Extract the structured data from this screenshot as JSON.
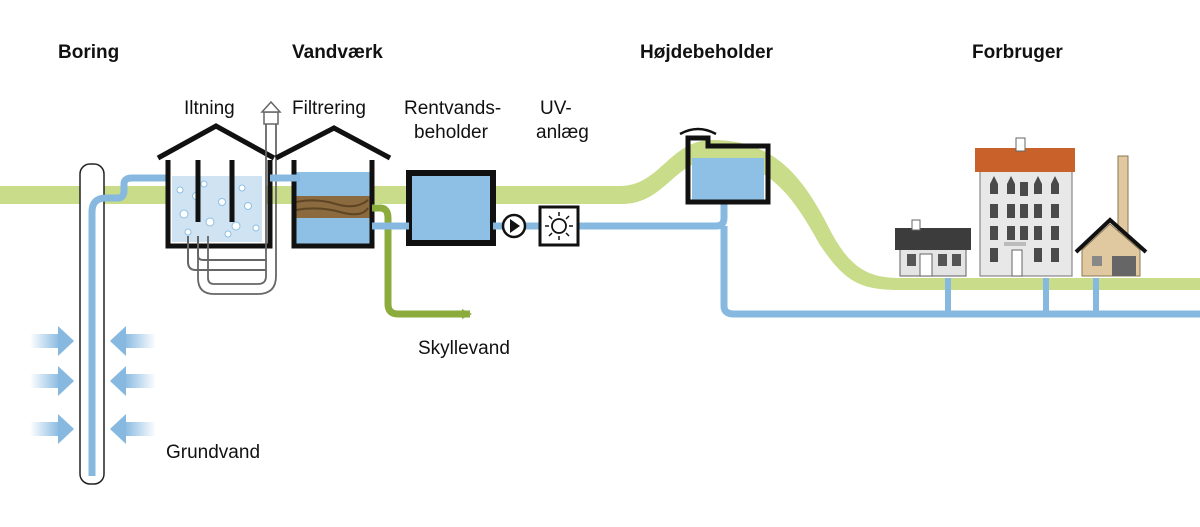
{
  "headers": {
    "boring": "Boring",
    "vandvaerk": "Vandværk",
    "hojdebeholder": "Højdebeholder",
    "forbruger": "Forbruger"
  },
  "labels": {
    "iltning": "Iltning",
    "filtrering": "Filtrering",
    "rentvands_line1": "Rentvands-",
    "rentvands_line2": "beholder",
    "uv_line1": "UV-",
    "uv_line2": "anlæg",
    "skyllevand": "Skyllevand",
    "grundvand": "Grundvand"
  },
  "colors": {
    "water_pipe": "#86b8e0",
    "water_fill": "#8dc0e4",
    "ground": "#c9dc8a",
    "backwash": "#8bab3c",
    "outline": "#111111",
    "roof_orange": "#c8622a",
    "house_gray": "#e4e4e4",
    "shed_tan": "#e0c9a0"
  }
}
